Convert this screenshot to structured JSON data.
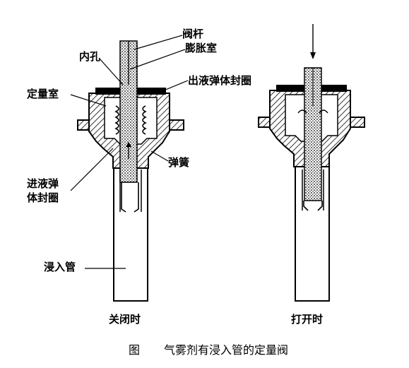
{
  "labels": {
    "valve_stem": "阀杆",
    "expansion_chamber": "膨胀室",
    "inner_hole": "内孔",
    "outlet_gasket": "出液弹体封圈",
    "metering_chamber": "定量室",
    "spring": "弹簧",
    "inlet_gasket_line1": "进液弹",
    "inlet_gasket_line2": "体封圈",
    "dip_tube": "浸入管"
  },
  "states": {
    "closed": "关闭时",
    "open": "打开时"
  },
  "caption": {
    "prefix": "图",
    "title": "气雾剂有浸入管的定量阀"
  }
}
